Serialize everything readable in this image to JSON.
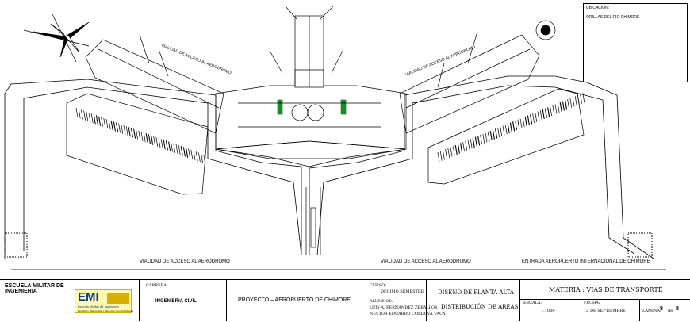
{
  "location": {
    "title": "UBICACION:",
    "text": "ORILLAS DEL RIO CHIMORE"
  },
  "roads": {
    "left": "VIALIDAD DE ACCESO AL AERODROMO",
    "middle": "VIALIDAD DE ACCESO AL AERODROMO",
    "right": "ENTRADA AEROPUERTO INTERNACIONAL DE CHIMORE",
    "front_left": "VIALIDAD DE ACCESO AL AERODROMO",
    "front_right": "VIALIDAD DE ACCESO AL AERODROMO"
  },
  "title_block": {
    "school": "ESCUELA MILITAR DE INGENIERIA",
    "logo_text": "EMI",
    "logo_sub": "Escuela Militar de Ingeniería",
    "logo_motto": "Prestigio, Disciplina y Mejores Oportunidades",
    "career_label": "CARRERA:",
    "career": "INGENIERIA CIVIL",
    "project": "PROYECTO  –  AEROPUERTO DE CHIMORE",
    "course_label": "CURSO:",
    "course": "DECIMO SEMESTRE",
    "students_label": "ALUMNOS:",
    "student1": "LUIS A. FERNANDEZ ZEBALLOS",
    "student2": "NESTOR EDUARDO CORDOVA VACA",
    "design1": "DISEÑO DE PLANTA ALTA",
    "design2": "DISTRIBUCIÓN DE AREAS",
    "subject": "MATERIA  :  VIAS DE TRANSPORTE",
    "scale_label": "ESCALA:",
    "scale": "1:1000",
    "date_label": "FECHA:",
    "date": "12 DE SEPTIEMBRE",
    "sheet_label": "LAMINA:",
    "sheet": "8",
    "sheet_of": "de",
    "sheet_total": "8"
  }
}
